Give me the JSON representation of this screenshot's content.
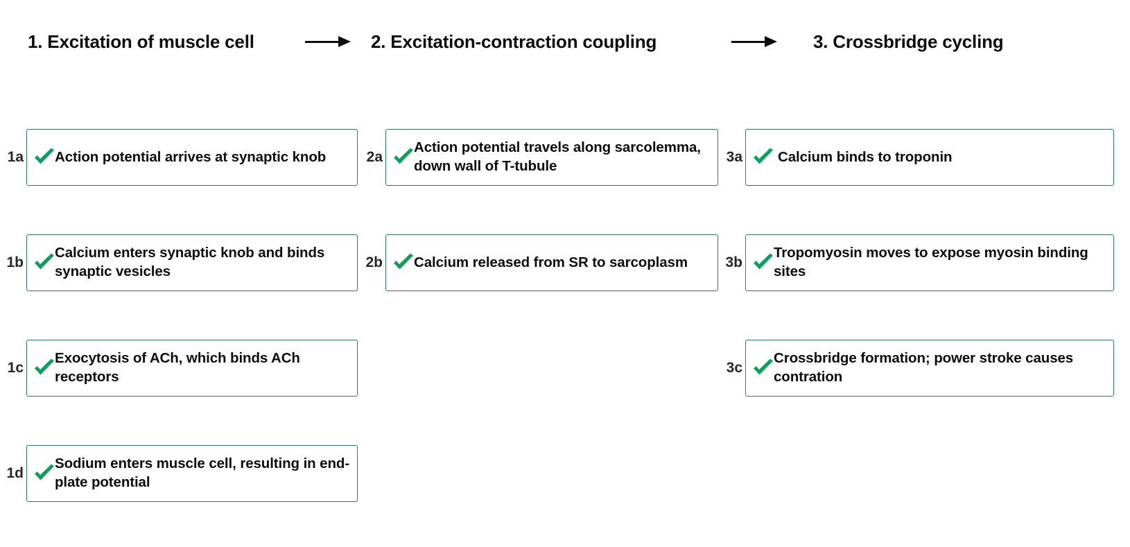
{
  "diagram": {
    "title_sequence": [
      "1. Excitation of muscle cell",
      "2. Excitation-contraction coupling",
      "3. Crossbridge cycling"
    ],
    "arrow_glyph": "long-rightwards-arrow",
    "accent_green": "#2f7d5d",
    "check_green": "#0f9e5e",
    "label_color": "#262626",
    "text_color": "#0d0d0d",
    "background": "#ffffff"
  },
  "headers": {
    "col1": "1. Excitation of muscle cell",
    "col2": "2. Excitation-contraction coupling",
    "col3": "3. Crossbridge cycling",
    "arrow1": "⟶",
    "arrow2": "⟶"
  },
  "columns": [
    {
      "id": "col1",
      "heading": "1. Excitation of muscle cell",
      "steps": [
        {
          "label": "1a",
          "text": "Action potential arrives at synaptic knob",
          "checked": true
        },
        {
          "label": "1b",
          "text": "Calcium enters synaptic knob and binds synaptic vesicles",
          "checked": true
        },
        {
          "label": "1c",
          "text": "Exocytosis of ACh, which binds ACh receptors",
          "checked": true
        },
        {
          "label": "1d",
          "text": "Sodium enters muscle cell, resulting in end-plate potential",
          "checked": true
        }
      ]
    },
    {
      "id": "col2",
      "heading": "2. Excitation-contraction coupling",
      "steps": [
        {
          "label": "2a",
          "text": "Action potential travels along sarcolemma, down wall of T-tubule",
          "checked": true
        },
        {
          "label": "2b",
          "text": "Calcium released from SR to sarcoplasm",
          "checked": true
        }
      ]
    },
    {
      "id": "col3",
      "heading": "3. Crossbridge cycling",
      "steps": [
        {
          "label": "3a",
          "text": "Calcium binds to troponin",
          "checked": true
        },
        {
          "label": "3b",
          "text": "Tropomyosin moves to expose myosin binding sites",
          "checked": true
        },
        {
          "label": "3c",
          "text": "Crossbridge formation; power stroke causes contration",
          "checked": true
        }
      ]
    }
  ]
}
